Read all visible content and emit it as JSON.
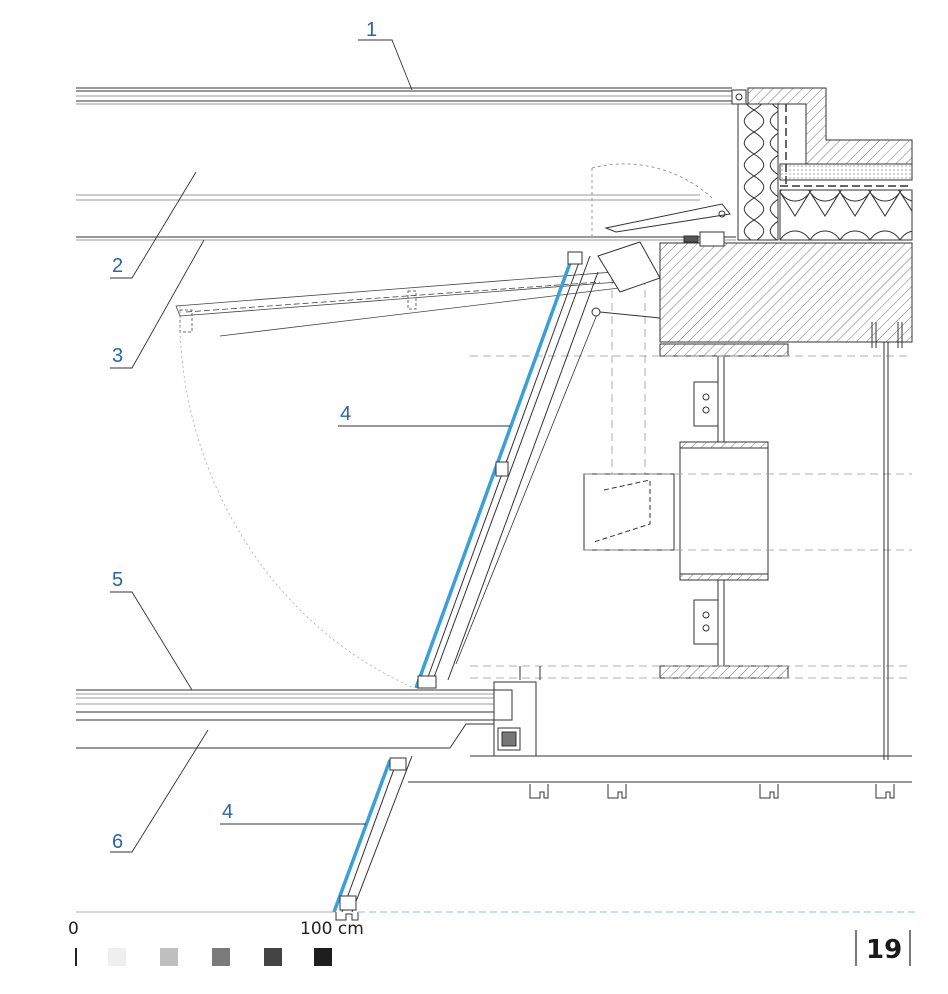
{
  "callouts": {
    "c1": "1",
    "c2": "2",
    "c3": "3",
    "c4_upper": "4",
    "c5": "5",
    "c6": "6",
    "c4_lower": "4"
  },
  "scale_bar": {
    "start_label": "0",
    "end_label": "100 cm",
    "swatches": [
      "#efefef",
      "#bfbfbf",
      "#7a7a7a",
      "#444444",
      "#1e1e1e"
    ]
  },
  "page_number": "19",
  "colors": {
    "callout_blue": "#2a64ad",
    "glass_blue": "#3aa0d8",
    "line": "#333333",
    "dashed": "#9a9a9a"
  }
}
